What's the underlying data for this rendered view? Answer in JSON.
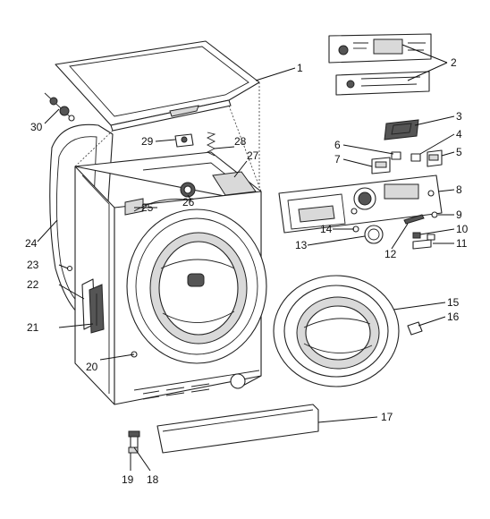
{
  "callouts": [
    {
      "n": "1",
      "part": "top-panel"
    },
    {
      "n": "2",
      "part": "control-pcbs"
    },
    {
      "n": "3",
      "part": "display-module"
    },
    {
      "n": "4",
      "part": "small-button"
    },
    {
      "n": "5",
      "part": "switch-bracket"
    },
    {
      "n": "6",
      "part": "small-button-a"
    },
    {
      "n": "7",
      "part": "switch-holder"
    },
    {
      "n": "8",
      "part": "control-panel"
    },
    {
      "n": "9",
      "part": "panel-screw"
    },
    {
      "n": "10",
      "part": "button-small"
    },
    {
      "n": "11",
      "part": "button-pair"
    },
    {
      "n": "12",
      "part": "light-guide"
    },
    {
      "n": "13",
      "part": "selector-knob"
    },
    {
      "n": "14",
      "part": "knob-insert"
    },
    {
      "n": "15",
      "part": "door-assembly"
    },
    {
      "n": "16",
      "part": "door-hook"
    },
    {
      "n": "17",
      "part": "kickplate"
    },
    {
      "n": "18",
      "part": "foot"
    },
    {
      "n": "19",
      "part": "foot-nut"
    },
    {
      "n": "20",
      "part": "screw"
    },
    {
      "n": "21",
      "part": "hinge"
    },
    {
      "n": "22",
      "part": "hinge-cover"
    },
    {
      "n": "23",
      "part": "side-screw"
    },
    {
      "n": "24",
      "part": "side-panel"
    },
    {
      "n": "25",
      "part": "bracket"
    },
    {
      "n": "26",
      "part": "drum-bearing"
    },
    {
      "n": "27",
      "part": "rear-frame"
    },
    {
      "n": "28",
      "part": "spring"
    },
    {
      "n": "29",
      "part": "clip"
    },
    {
      "n": "30",
      "part": "hose-connector"
    }
  ]
}
